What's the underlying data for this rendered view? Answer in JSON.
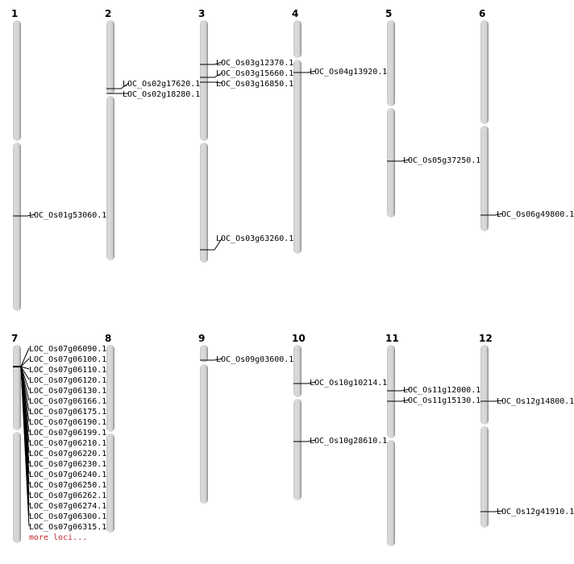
{
  "colors": {
    "chromosome": "#d4d4d4",
    "chromosome_shadow": "#8a8a8a",
    "marker": "#000000",
    "more_link": "#c0282d"
  },
  "chromosomes": [
    {
      "name": "1",
      "loci": [
        "LOC_Os01g53060.1"
      ]
    },
    {
      "name": "2",
      "loci": [
        "LOC_Os02g17620.1",
        "LOC_Os02g18280.1"
      ]
    },
    {
      "name": "3",
      "loci": [
        "LOC_Os03g12370.1",
        "LOC_Os03g15660.1",
        "LOC_Os03g16850.1",
        "LOC_Os03g63260.1"
      ]
    },
    {
      "name": "4",
      "loci": [
        "LOC_Os04g13920.1"
      ]
    },
    {
      "name": "5",
      "loci": [
        "LOC_Os05g37250.1"
      ]
    },
    {
      "name": "6",
      "loci": [
        "LOC_Os06g49800.1"
      ]
    },
    {
      "name": "7",
      "loci": [
        "LOC_Os07g06090.1",
        "LOC_Os07g06100.1",
        "LOC_Os07g06110.1",
        "LOC_Os07g06120.1",
        "LOC_Os07g06130.1",
        "LOC_Os07g06166.1",
        "LOC_Os07g06175.1",
        "LOC_Os07g06190.1",
        "LOC_Os07g06199.1",
        "LOC_Os07g06210.1",
        "LOC_Os07g06220.1",
        "LOC_Os07g06230.1",
        "LOC_Os07g06240.1",
        "LOC_Os07g06250.1",
        "LOC_Os07g06262.1",
        "LOC_Os07g06274.1",
        "LOC_Os07g06300.1",
        "LOC_Os07g06315.1"
      ],
      "more_label": "more loci..."
    },
    {
      "name": "8",
      "loci": []
    },
    {
      "name": "9",
      "loci": [
        "LOC_Os09g03600.1"
      ]
    },
    {
      "name": "10",
      "loci": [
        "LOC_Os10g10214.1",
        "LOC_Os10g28610.1"
      ]
    },
    {
      "name": "11",
      "loci": [
        "LOC_Os11g12000.1",
        "LOC_Os11g15130.1"
      ]
    },
    {
      "name": "12",
      "loci": [
        "LOC_Os12g14800.1",
        "LOC_Os12g41910.1"
      ]
    }
  ]
}
